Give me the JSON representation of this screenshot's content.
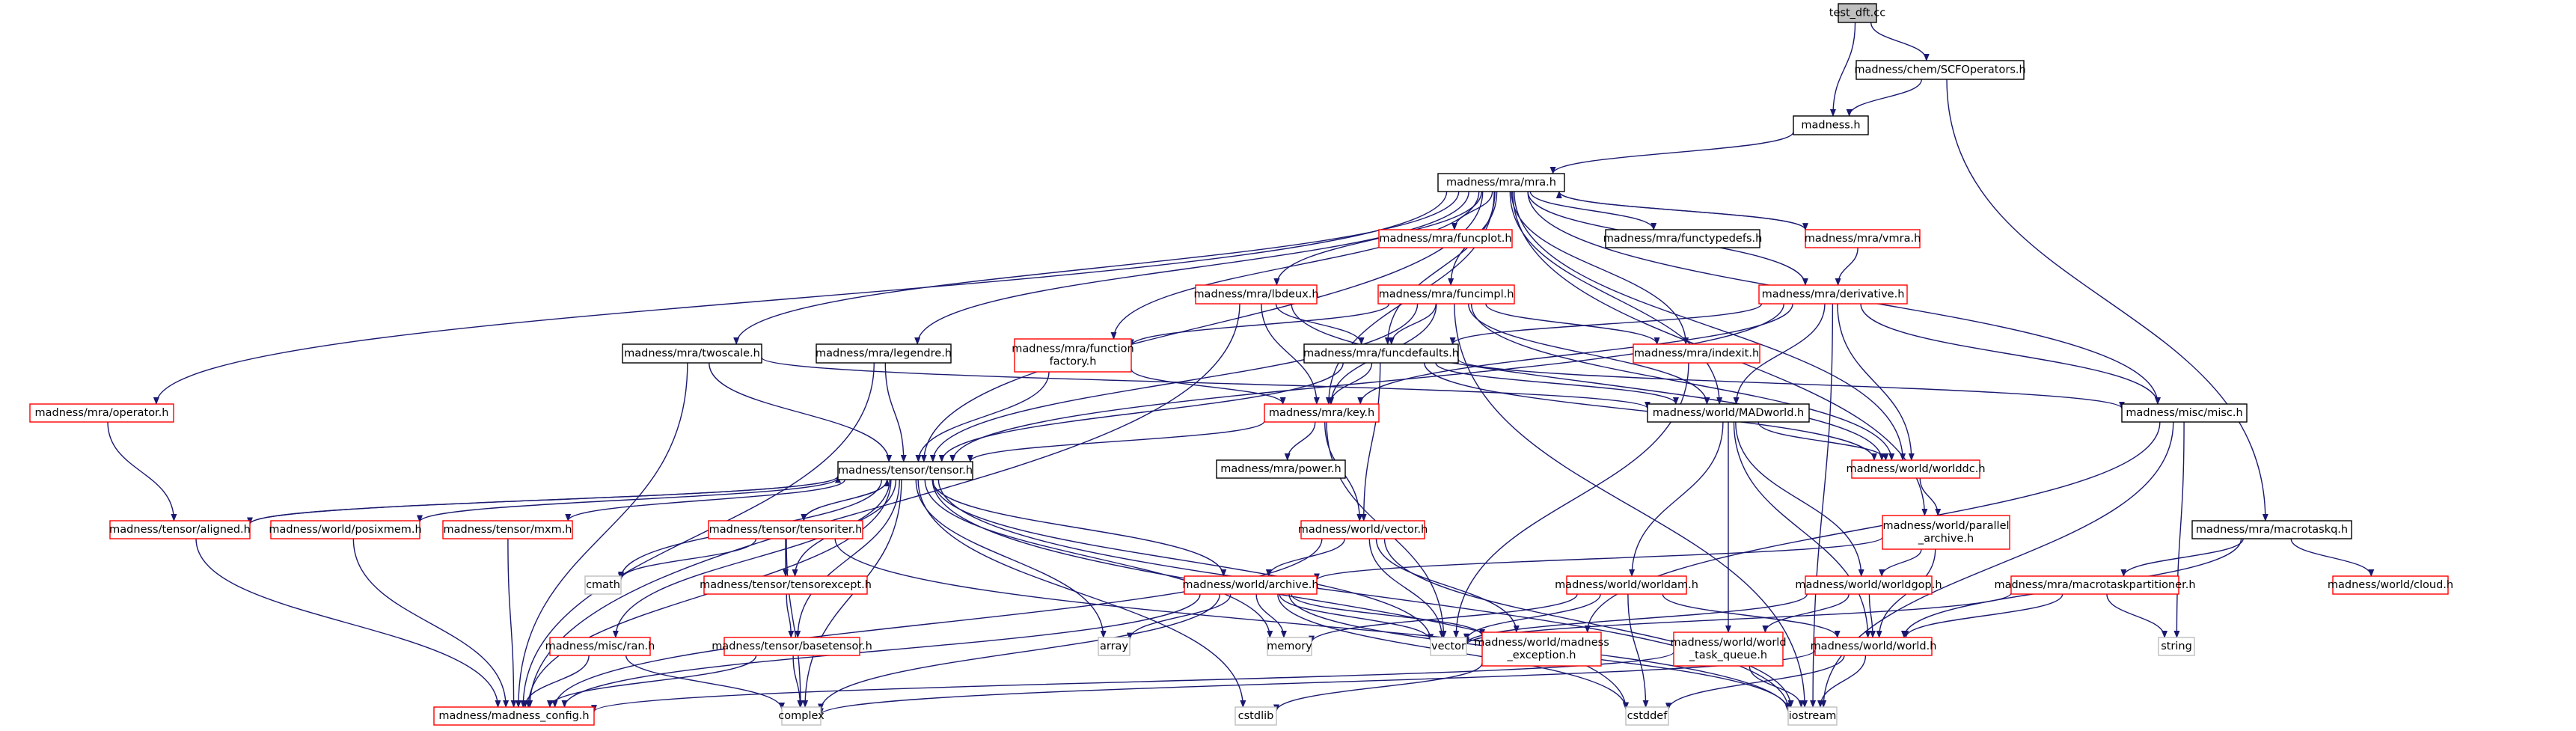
{
  "colors": {
    "edge": "#191970",
    "root_fill": "#bfbfbf",
    "doc_border": "#000000",
    "undoc_border": "#ff0000",
    "system_border": "#bfbfbf"
  },
  "nodes": [
    {
      "id": "n0",
      "label": "test_dft.cc",
      "kind": "root"
    },
    {
      "id": "n1",
      "label": "madness/chem/SCFOperators.h",
      "kind": "doc"
    },
    {
      "id": "n2",
      "label": "madness.h",
      "kind": "doc"
    },
    {
      "id": "n3",
      "label": "madness/mra/mra.h",
      "kind": "doc"
    },
    {
      "id": "n4",
      "label": "madness/mra/funcplot.h",
      "kind": "undoc"
    },
    {
      "id": "n5",
      "label": "madness/mra/functypedefs.h",
      "kind": "doc"
    },
    {
      "id": "n6",
      "label": "madness/mra/vmra.h",
      "kind": "undoc"
    },
    {
      "id": "n7",
      "label": "madness/mra/lbdeux.h",
      "kind": "undoc"
    },
    {
      "id": "n8",
      "label": "madness/mra/funcimpl.h",
      "kind": "undoc"
    },
    {
      "id": "n9",
      "label": "madness/mra/derivative.h",
      "kind": "undoc"
    },
    {
      "id": "n10",
      "label": "madness/mra/function\nfactory.h",
      "kind": "undoc"
    },
    {
      "id": "n11",
      "label": "madness/mra/twoscale.h",
      "kind": "doc"
    },
    {
      "id": "n12",
      "label": "madness/mra/legendre.h",
      "kind": "doc"
    },
    {
      "id": "n13",
      "label": "madness/mra/funcdefaults.h",
      "kind": "doc"
    },
    {
      "id": "n14",
      "label": "madness/mra/indexit.h",
      "kind": "undoc"
    },
    {
      "id": "n15",
      "label": "madness/mra/operator.h",
      "kind": "undoc"
    },
    {
      "id": "n16",
      "label": "madness/mra/key.h",
      "kind": "undoc"
    },
    {
      "id": "n17",
      "label": "madness/world/MADworld.h",
      "kind": "doc"
    },
    {
      "id": "n18",
      "label": "madness/misc/misc.h",
      "kind": "doc"
    },
    {
      "id": "n19",
      "label": "madness/mra/power.h",
      "kind": "doc"
    },
    {
      "id": "n20",
      "label": "madness/tensor/tensor.h",
      "kind": "doc"
    },
    {
      "id": "n21",
      "label": "madness/world/worlddc.h",
      "kind": "undoc"
    },
    {
      "id": "n22",
      "label": "madness/tensor/aligned.h",
      "kind": "undoc"
    },
    {
      "id": "n23",
      "label": "madness/world/posixmem.h",
      "kind": "undoc"
    },
    {
      "id": "n24",
      "label": "madness/tensor/mxm.h",
      "kind": "undoc"
    },
    {
      "id": "n25",
      "label": "madness/tensor/tensoriter.h",
      "kind": "undoc"
    },
    {
      "id": "n26",
      "label": "madness/world/vector.h",
      "kind": "undoc"
    },
    {
      "id": "n27",
      "label": "madness/world/parallel\n_archive.h",
      "kind": "undoc"
    },
    {
      "id": "n28",
      "label": "madness/mra/macrotaskq.h",
      "kind": "doc"
    },
    {
      "id": "n29",
      "label": "cmath",
      "kind": "system"
    },
    {
      "id": "n30",
      "label": "madness/tensor/tensorexcept.h",
      "kind": "undoc"
    },
    {
      "id": "n31",
      "label": "madness/world/archive.h",
      "kind": "undoc"
    },
    {
      "id": "n32",
      "label": "madness/world/worldam.h",
      "kind": "undoc"
    },
    {
      "id": "n33",
      "label": "madness/world/worldgop.h",
      "kind": "undoc"
    },
    {
      "id": "n34",
      "label": "madness/mra/macrotaskpartitioner.h",
      "kind": "undoc"
    },
    {
      "id": "n35",
      "label": "madness/world/cloud.h",
      "kind": "undoc"
    },
    {
      "id": "n36",
      "label": "madness/misc/ran.h",
      "kind": "undoc"
    },
    {
      "id": "n37",
      "label": "madness/tensor/basetensor.h",
      "kind": "undoc"
    },
    {
      "id": "n38",
      "label": "array",
      "kind": "system"
    },
    {
      "id": "n39",
      "label": "memory",
      "kind": "system"
    },
    {
      "id": "n40",
      "label": "vector",
      "kind": "system"
    },
    {
      "id": "n41",
      "label": "madness/world/madness\n_exception.h",
      "kind": "undoc"
    },
    {
      "id": "n42",
      "label": "madness/world/world\n_task_queue.h",
      "kind": "undoc"
    },
    {
      "id": "n43",
      "label": "madness/world/world.h",
      "kind": "undoc"
    },
    {
      "id": "n44",
      "label": "string",
      "kind": "system"
    },
    {
      "id": "n45",
      "label": "madness/madness_config.h",
      "kind": "undoc"
    },
    {
      "id": "n46",
      "label": "complex",
      "kind": "system"
    },
    {
      "id": "n47",
      "label": "cstdlib",
      "kind": "system"
    },
    {
      "id": "n48",
      "label": "cstddef",
      "kind": "system"
    },
    {
      "id": "n49",
      "label": "iostream",
      "kind": "system"
    }
  ]
}
